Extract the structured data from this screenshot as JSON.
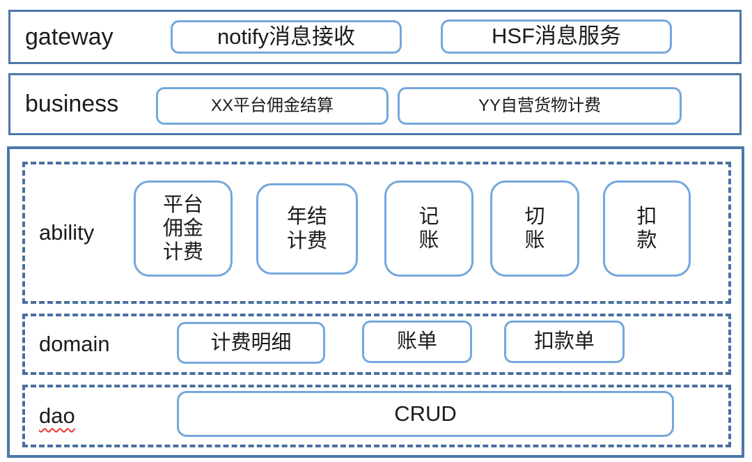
{
  "colors": {
    "solid_border": "#4d78a8",
    "dashed_border": "#48709f",
    "node_border": "#74a7dc",
    "text": "#1b1b1b",
    "spellcheck_underline": "#e8392e"
  },
  "layers": {
    "gateway": {
      "label": "gateway",
      "nodes": [
        {
          "label": "notify消息接收"
        },
        {
          "label": "HSF消息服务"
        }
      ]
    },
    "business": {
      "label": "business",
      "nodes": [
        {
          "label": "XX平台佣金结算"
        },
        {
          "label": "YY自营货物计费"
        }
      ]
    },
    "ability": {
      "label": "ability",
      "nodes": [
        {
          "label": "平台\n佣金\n计费"
        },
        {
          "label": "年结\n计费"
        },
        {
          "label": "记\n账"
        },
        {
          "label": "切\n账"
        },
        {
          "label": "扣\n款"
        }
      ]
    },
    "domain": {
      "label": "domain",
      "nodes": [
        {
          "label": "计费明细"
        },
        {
          "label": "账单"
        },
        {
          "label": "扣款单"
        }
      ]
    },
    "dao": {
      "label": "dao",
      "nodes": [
        {
          "label": "CRUD"
        }
      ]
    }
  }
}
